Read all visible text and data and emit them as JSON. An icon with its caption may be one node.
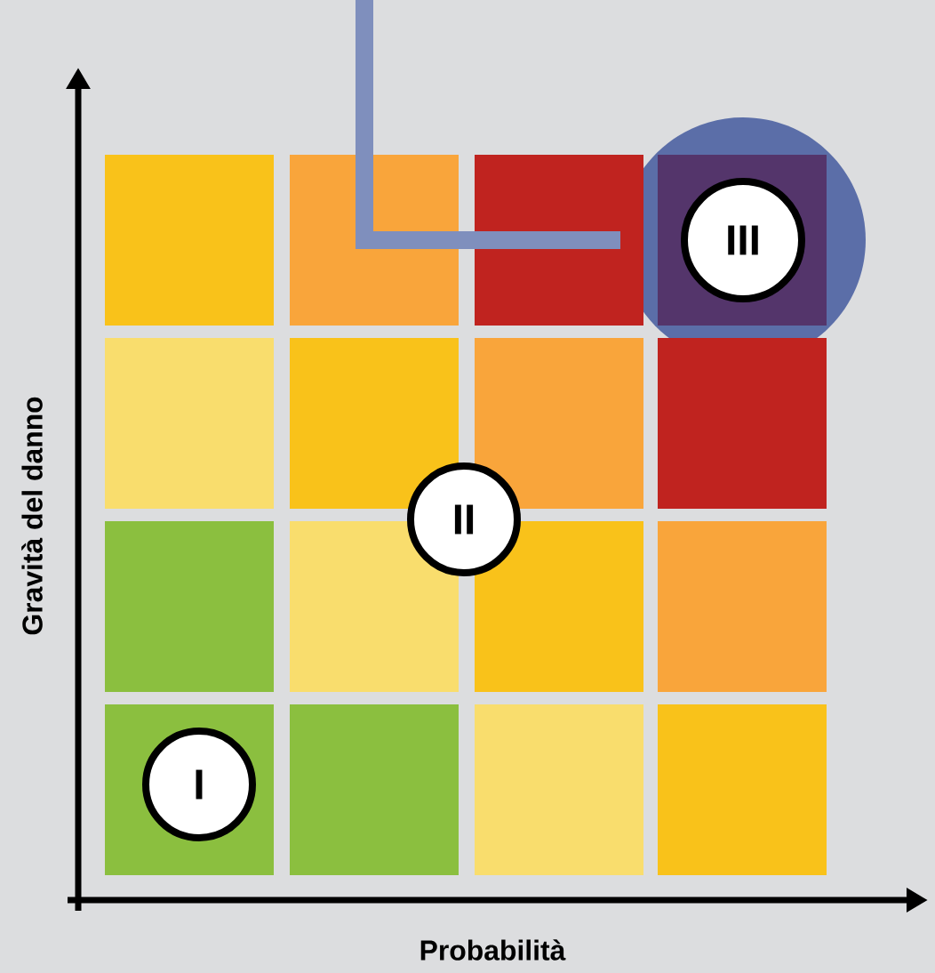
{
  "diagram": {
    "nodes": [
      {
        "text": [
          "I"
        ]
      },
      {
        "text": [
          "II"
        ]
      },
      {
        "text": [
          "III"
        ]
      }
    ],
    "edges": [
      {
        "from": null,
        "to": 2,
        "arrow": "none"
      }
    ],
    "labels": [
      "Gravità del danno",
      "Probabilità"
    ]
  }
}
